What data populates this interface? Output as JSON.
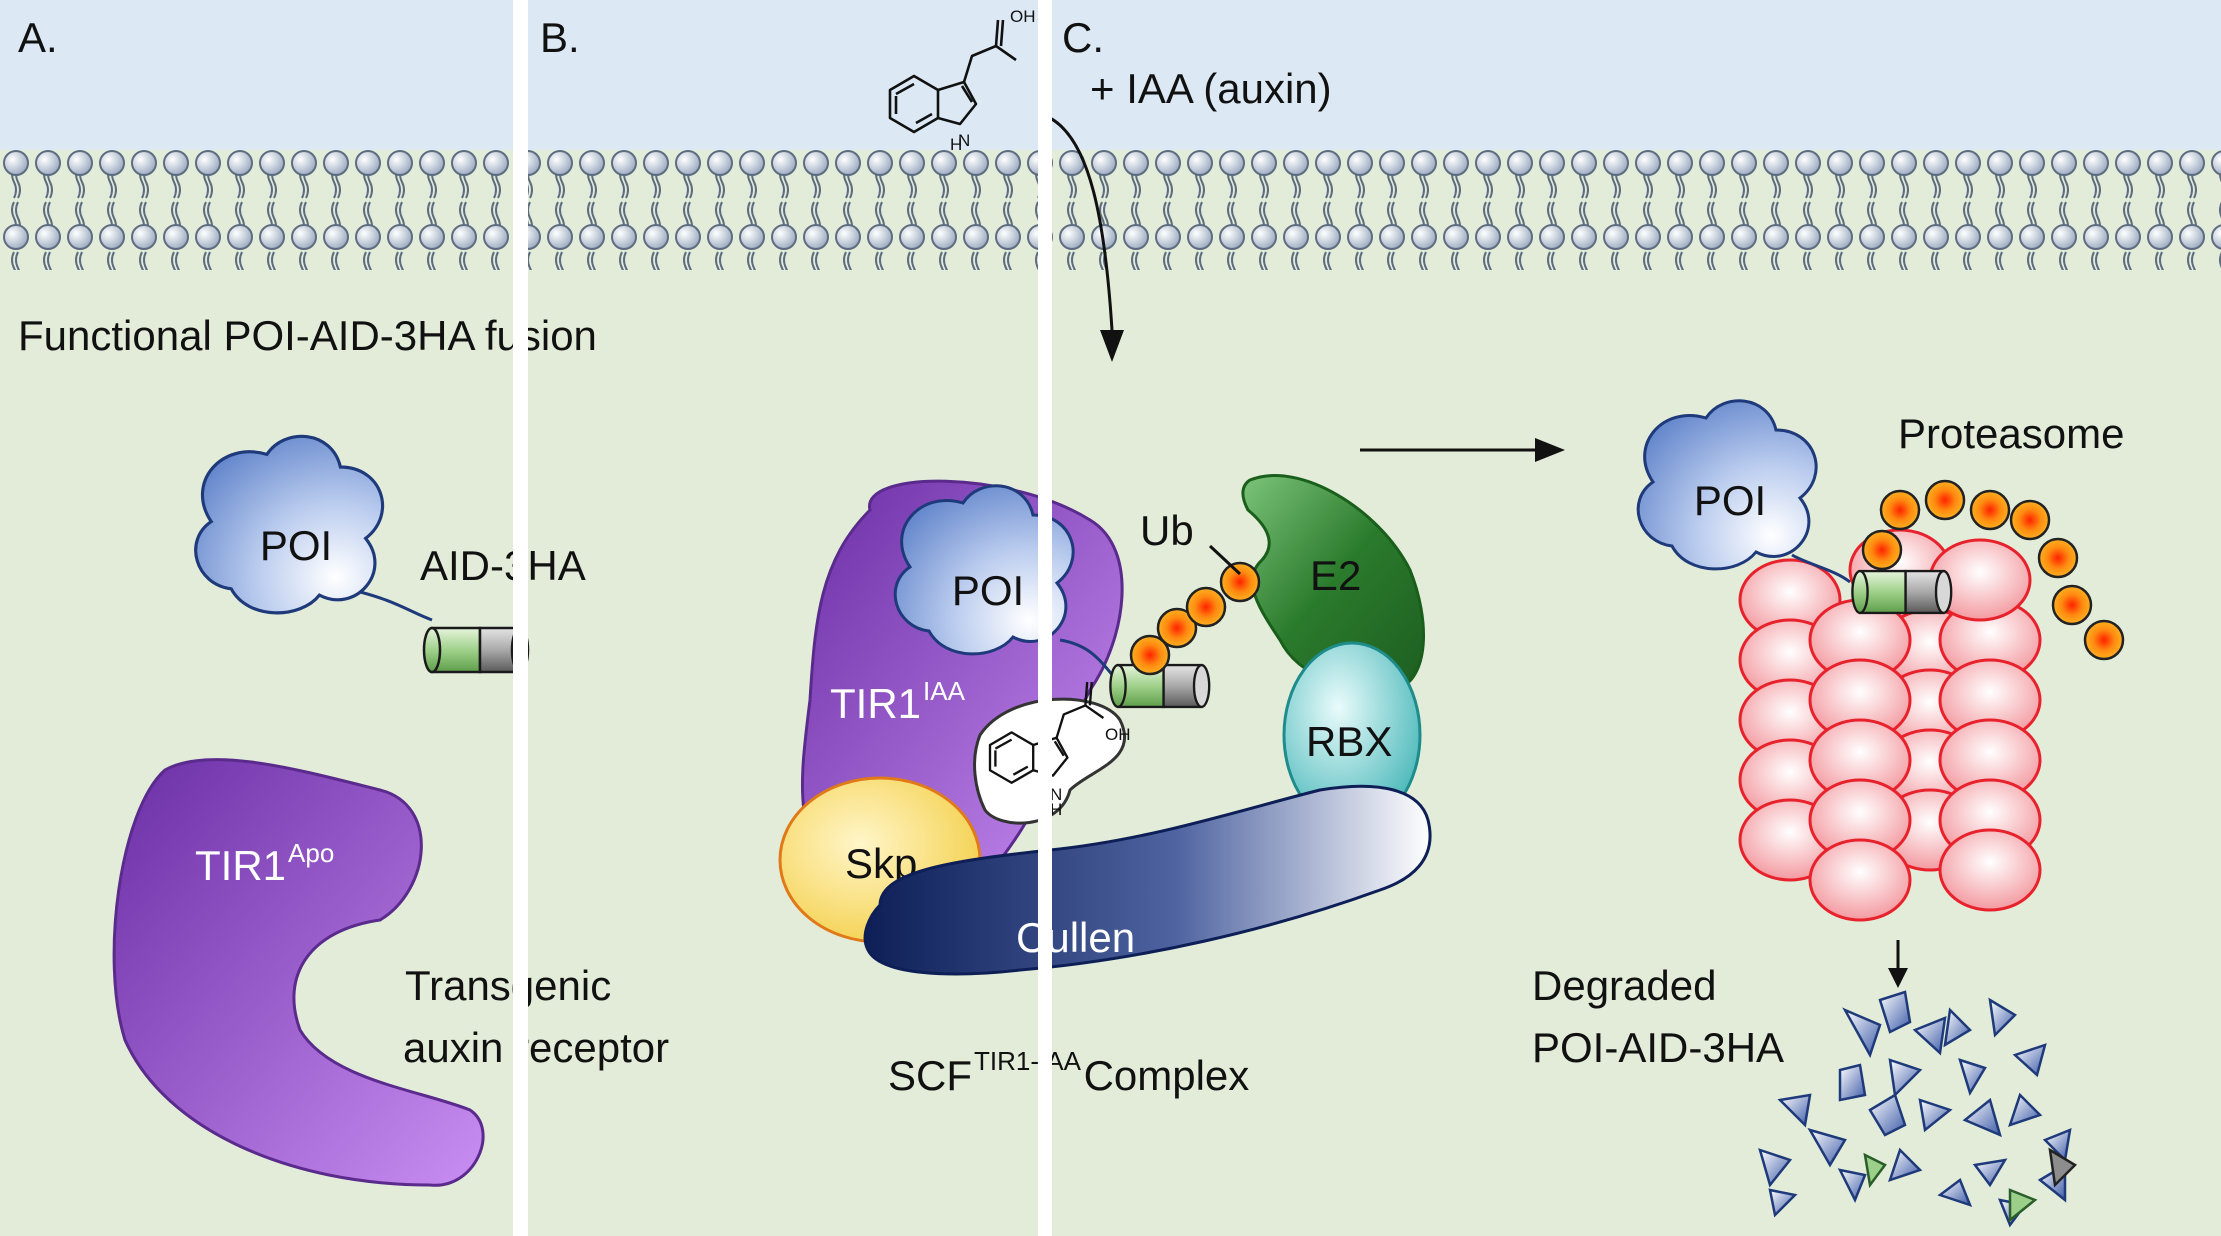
{
  "panels": {
    "a": {
      "letter": "A.",
      "caption": "Functional POI-AID-3HA fusion",
      "poi_label": "POI",
      "aid_label": "AID-3HA",
      "tir1_label": "TIR1",
      "tir1_sup": "Apo",
      "receptor_line1": "Transgenic",
      "receptor_line2": "auxin receptor"
    },
    "b": {
      "letter": "B.",
      "iaa_label": "+ IAA (auxin)",
      "oh_label": "OH",
      "nh_label": "H",
      "n_label": "N",
      "oh_label_bound": "OH",
      "nh_label_bound": "H",
      "n_label_bound": "N",
      "poi_label": "POI",
      "ub_label": "Ub",
      "e2_label": "E2",
      "tir1_label": "TIR1",
      "tir1_sup": "IAA",
      "rbx_label": "RBX",
      "skp_label": "Skp",
      "cullen_label": "Cullen",
      "complex_prefix": "SCF",
      "complex_sup": "TIR1-IAA",
      "complex_suffix": " Complex"
    },
    "c": {
      "letter": "C.",
      "poi_label": "POI",
      "proteasome_label": "Proteasome",
      "degraded_line1": "Degraded",
      "degraded_line2": "POI-AID-3HA"
    }
  },
  "colors": {
    "extracellular": "#dce9f5",
    "cytoplasm": "#e2ecd9",
    "tir1_purple": "#8a4fc4",
    "poi_blue": "#6f94d6",
    "e2_green": "#2f7d2f",
    "rbx_teal": "#3cb5b5",
    "skp_yellow": "#f7d44c",
    "cullen_navy": "#1b2f6b",
    "ubiquitin_orange": "#f07818",
    "proteasome_red": "#e8323c"
  }
}
